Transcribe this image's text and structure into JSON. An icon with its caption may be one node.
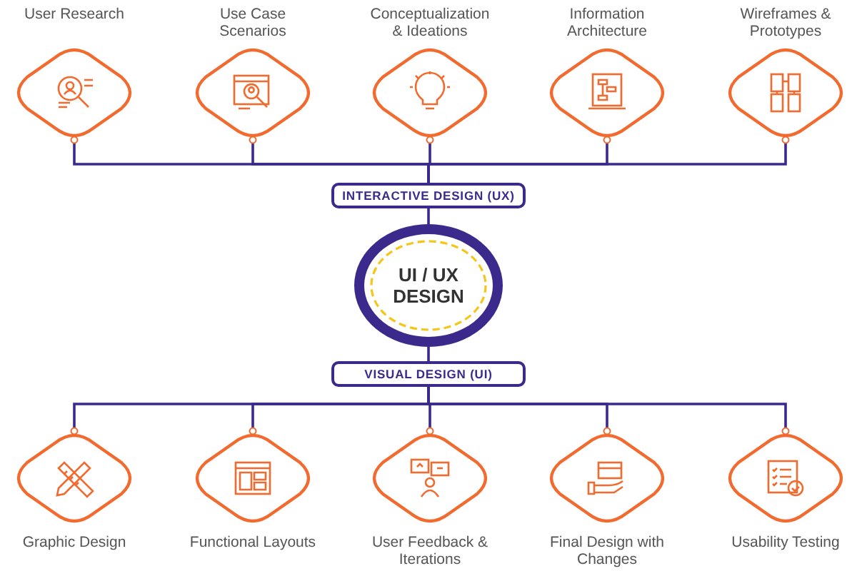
{
  "diagram": {
    "nodes": [
      {
        "text": [
          "User Research"
        ]
      },
      {
        "text": [
          "Use Case Scenarios"
        ]
      },
      {
        "text": [
          "Conceptualization & Ideations"
        ]
      },
      {
        "text": [
          "Information Architecture"
        ]
      },
      {
        "text": [
          "Wireframes & Prototypes"
        ]
      },
      {
        "text": [
          "INTERACTIVE DESIGN (UX)"
        ]
      },
      {
        "text": [
          "UI / UX DESIGN"
        ]
      },
      {
        "text": [
          "VISUAL DESIGN (UI)"
        ]
      },
      {
        "text": [
          "Graphic Design"
        ]
      },
      {
        "text": [
          "Functional Layouts"
        ]
      },
      {
        "text": [
          "User Feedback & Iterations"
        ]
      },
      {
        "text": [
          "Final Design with Changes"
        ]
      },
      {
        "text": [
          "Usability Testing"
        ]
      }
    ],
    "edges": [
      {
        "from": 5,
        "to": 0,
        "arrow": "other"
      },
      {
        "from": 5,
        "to": 1,
        "arrow": "other"
      },
      {
        "from": 5,
        "to": 2,
        "arrow": "other"
      },
      {
        "from": 5,
        "to": 3,
        "arrow": "other"
      },
      {
        "from": 5,
        "to": 4,
        "arrow": "other"
      },
      {
        "from": 5,
        "to": 6,
        "arrow": "none"
      },
      {
        "from": 6,
        "to": 7,
        "arrow": "none"
      },
      {
        "from": 7,
        "to": 8,
        "arrow": "other"
      },
      {
        "from": 7,
        "to": 9,
        "arrow": "other"
      },
      {
        "from": 7,
        "to": 10,
        "arrow": "other"
      },
      {
        "from": 7,
        "to": 11,
        "arrow": "other"
      },
      {
        "from": 7,
        "to": 12,
        "arrow": "other"
      }
    ]
  }
}
